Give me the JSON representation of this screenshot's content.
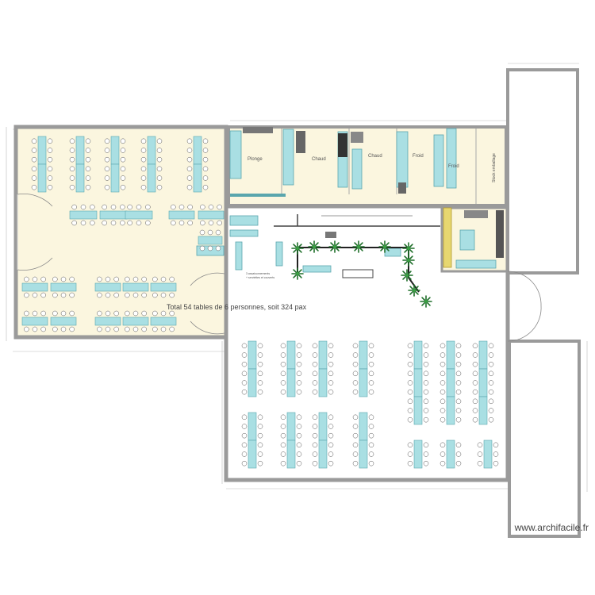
{
  "labels": {
    "plonge": "Plonge",
    "chaud1": "Chaud",
    "chaud2": "Chaud",
    "froid1": "Froid",
    "froid2": "Froid",
    "stock": "Stock emballage",
    "total": "Total 54 tables de 6 personnes, soit 324 pax",
    "note1": "3 assaisonnements",
    "note2": "+ serviettes et couverts"
  },
  "footer": "www.archifacile.fr",
  "colors": {
    "wall": "#9a9a9a",
    "room_fill": "#fbf6df",
    "table": "#a9dfe3",
    "table_border": "#5aa6ad",
    "plant": "#1f6f2a"
  }
}
